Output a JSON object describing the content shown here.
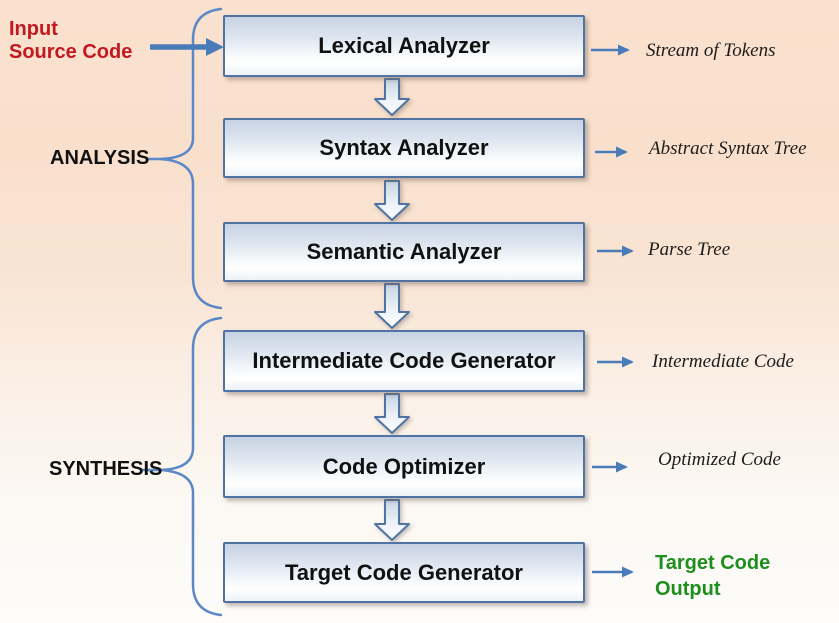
{
  "input": {
    "lines": [
      "Input",
      "Source Code"
    ]
  },
  "groups": {
    "analysis": "ANALYSIS",
    "synthesis": "SYNTHESIS"
  },
  "stages": [
    {
      "label": "Lexical Analyzer",
      "output": "Stream of Tokens"
    },
    {
      "label": "Syntax Analyzer",
      "output": "Abstract Syntax Tree"
    },
    {
      "label": "Semantic Analyzer",
      "output": "Parse Tree"
    },
    {
      "label": "Intermediate Code Generator",
      "output": "Intermediate Code"
    },
    {
      "label": "Code Optimizer",
      "output": "Optimized Code"
    },
    {
      "label": "Target Code Generator",
      "output_lines": [
        "Target Code",
        "Output"
      ]
    }
  ],
  "colors": {
    "background_top": "#fae1cf",
    "background_bottom": "#fdfcfa",
    "box_border": "#4f74a4",
    "box_fill_top": "#c7d3e3",
    "arrow_blue": "#4a7cba",
    "brace_blue": "#5b88c7",
    "input_red": "#c2181f",
    "output_green": "#1e8e1e",
    "stage_text": "#111111"
  }
}
